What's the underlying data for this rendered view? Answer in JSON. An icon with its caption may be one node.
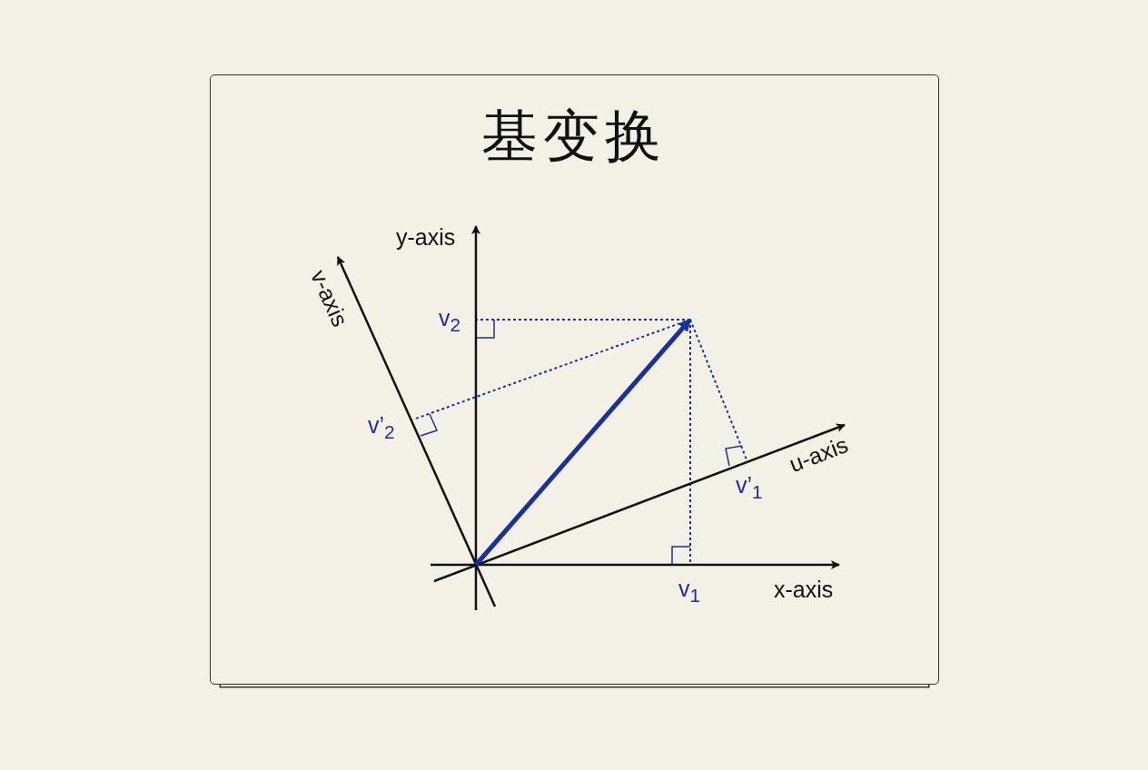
{
  "diagram": {
    "title": "基变换",
    "labels": [
      "y-axis",
      "v-axis",
      "v$_{2}$",
      "v’$_{2}$",
      "u-axis",
      "v’$_{1}$",
      "v$_{1}$",
      "x-axis"
    ]
  }
}
